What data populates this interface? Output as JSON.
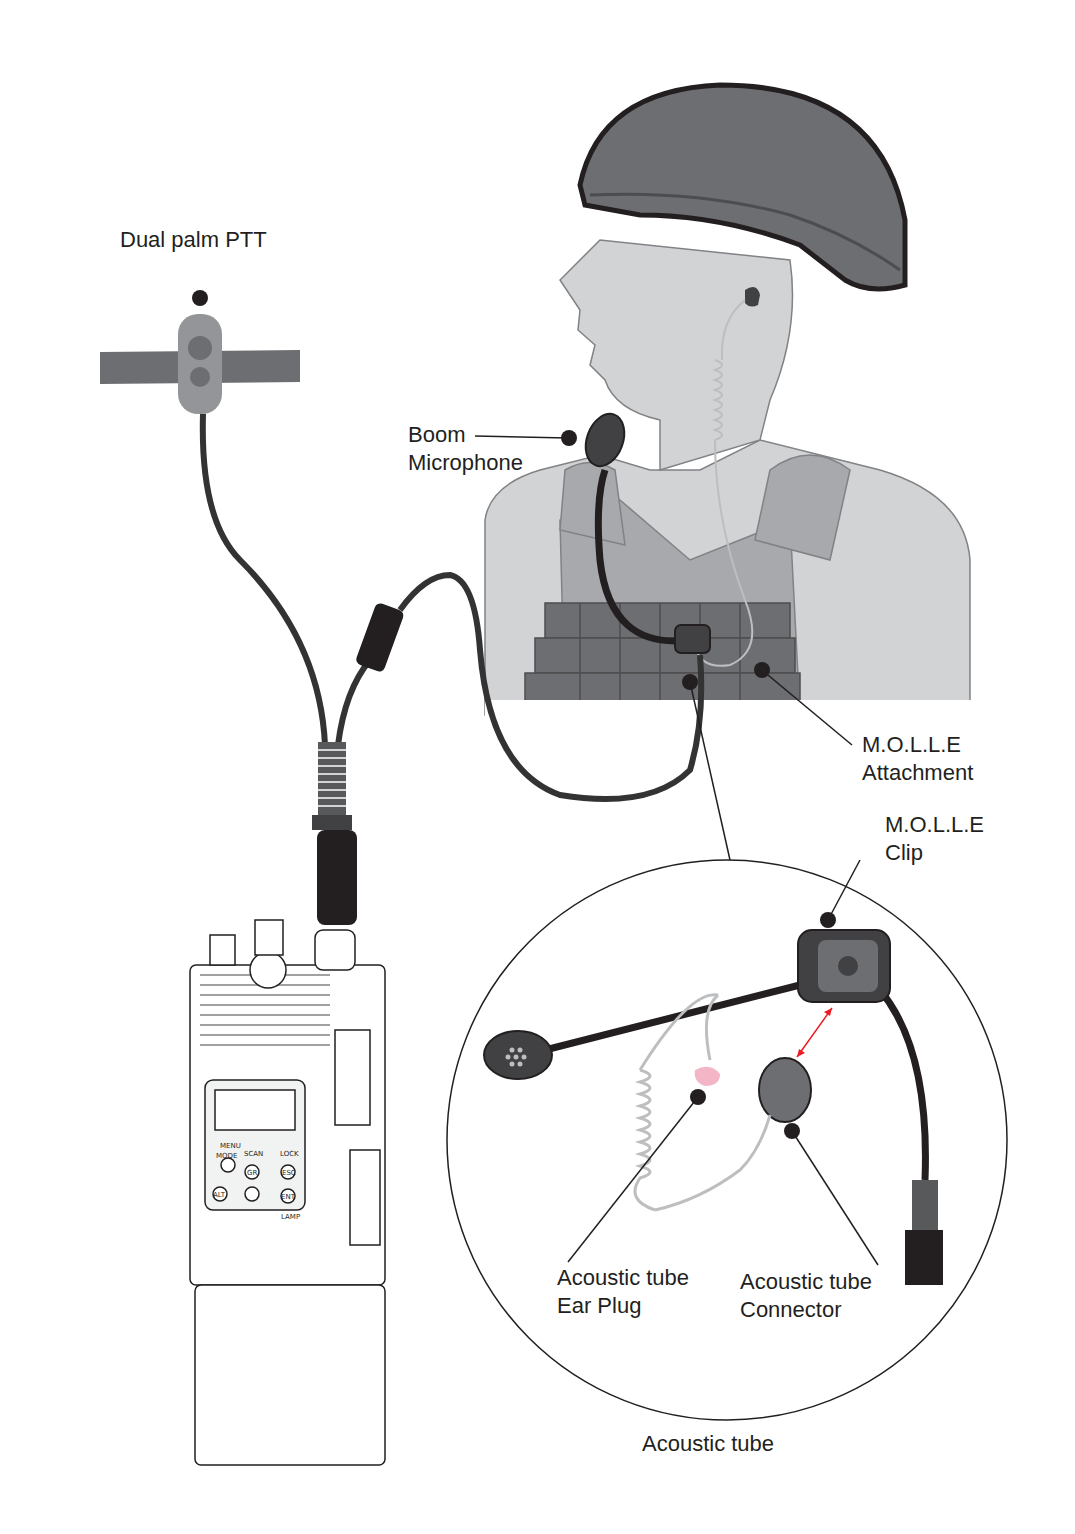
{
  "diagram": {
    "labels": [
      "Dual palm PTT",
      "Boom Microphone",
      "M.O.L.L.E Attachment",
      "M.O.L.L.E Clip",
      "Acoustic tube Ear Plug",
      "Acoustic tube Connector",
      "Acoustic tube",
      "MENU",
      "MODE",
      "SCAN",
      "GR",
      "LOCK",
      "ESC",
      "ALT",
      "ENT",
      "LAMP"
    ]
  }
}
